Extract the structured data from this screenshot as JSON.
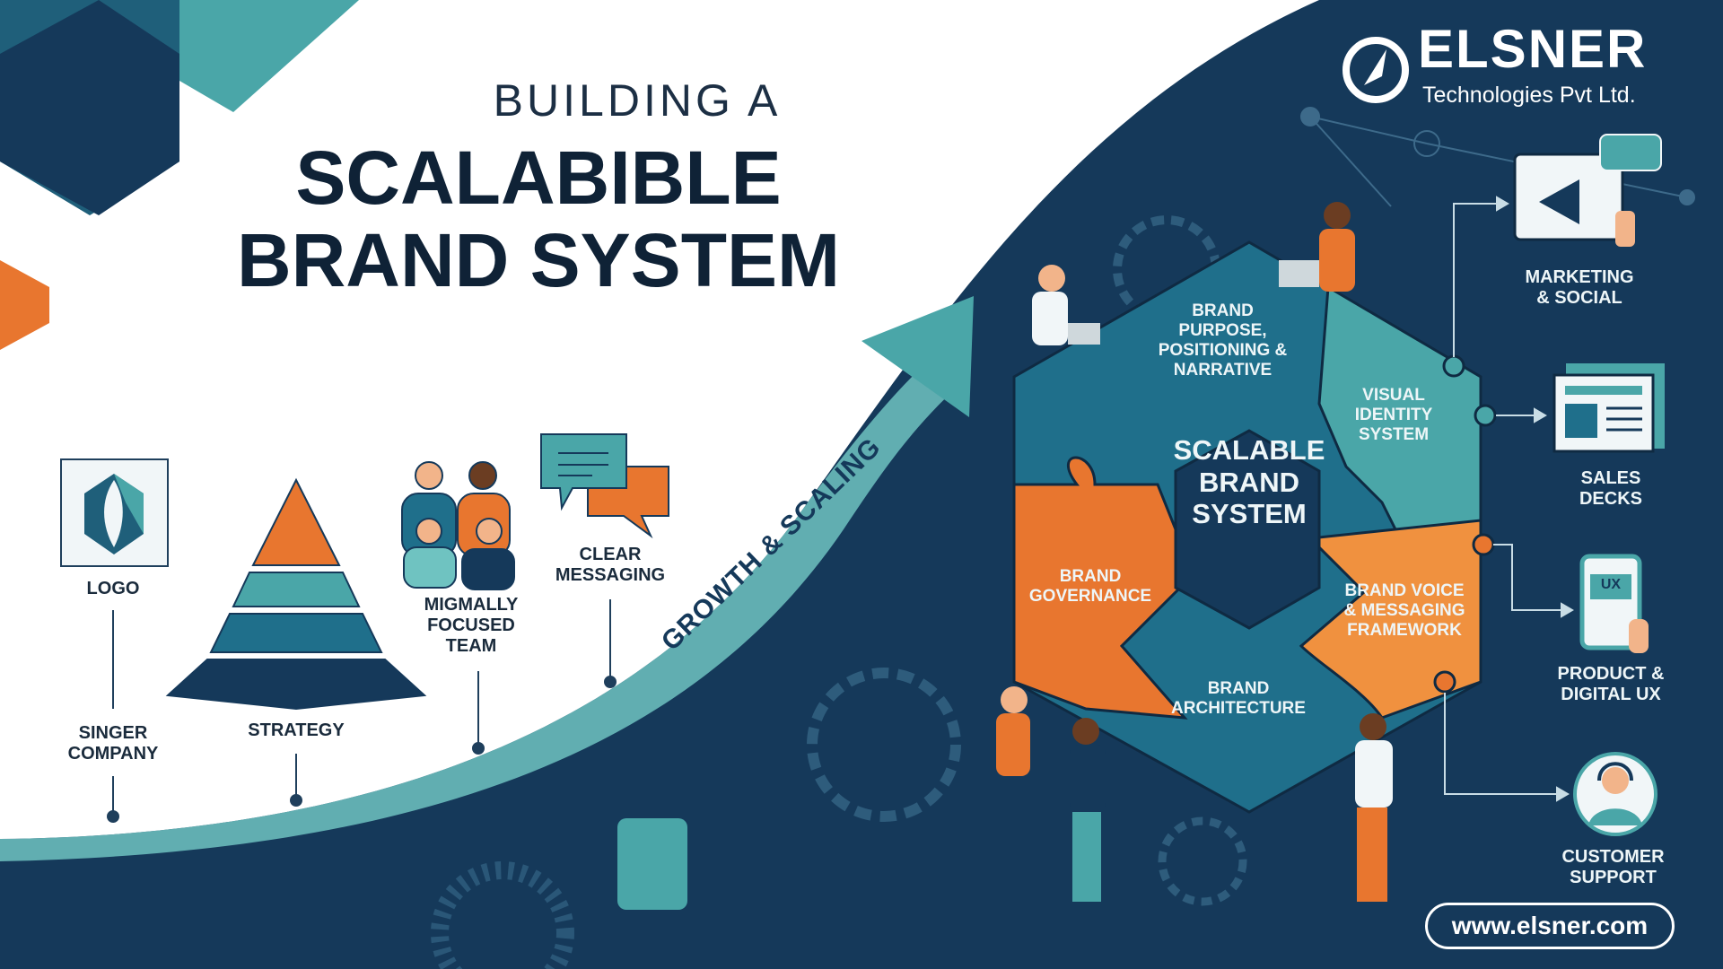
{
  "title": {
    "line1": "BUILDING A",
    "line2": "SCALABIBLE\nBRAND SYSTEM"
  },
  "brand": {
    "name": "ELSNER",
    "subtitle": "Technologies Pvt Ltd.",
    "url": "www.elsner.com"
  },
  "growth_label": "GROWTH & SCALING",
  "left_items": {
    "logo": "LOGO",
    "singer_company": "SINGER\nCOMPANY",
    "strategy": "STRATEGY",
    "team": "MIGMALLY\nFOCUSED\nTEAM",
    "messaging": "CLEAR\nMESSAGING"
  },
  "hexagon": {
    "center": "SCALABLE\nBRAND\nSYSTEM",
    "purpose": "BRAND\nPURPOSE,\nPOSITIONING &\nNARRATIVE",
    "visual": "VISUAL\nIDENTITY\nSYSTEM",
    "governance": "BRAND\nGOVERNANCE",
    "voice": "BRAND VOICE\n& MESSAGING\nFRAMEWORK",
    "architecture": "BRAND\nARCHITECTURE"
  },
  "outputs": {
    "marketing": "MARKETING\n& SOCIAL",
    "sales": "SALES\nDECKS",
    "product": "PRODUCT &\nDIGITAL UX",
    "product_icon_text": "UX",
    "support": "CUSTOMER\nSUPPORT"
  },
  "colors": {
    "navy": "#15395a",
    "teal": "#4aa6a8",
    "orange": "#e8762f",
    "dark_teal": "#1f5f7a"
  }
}
